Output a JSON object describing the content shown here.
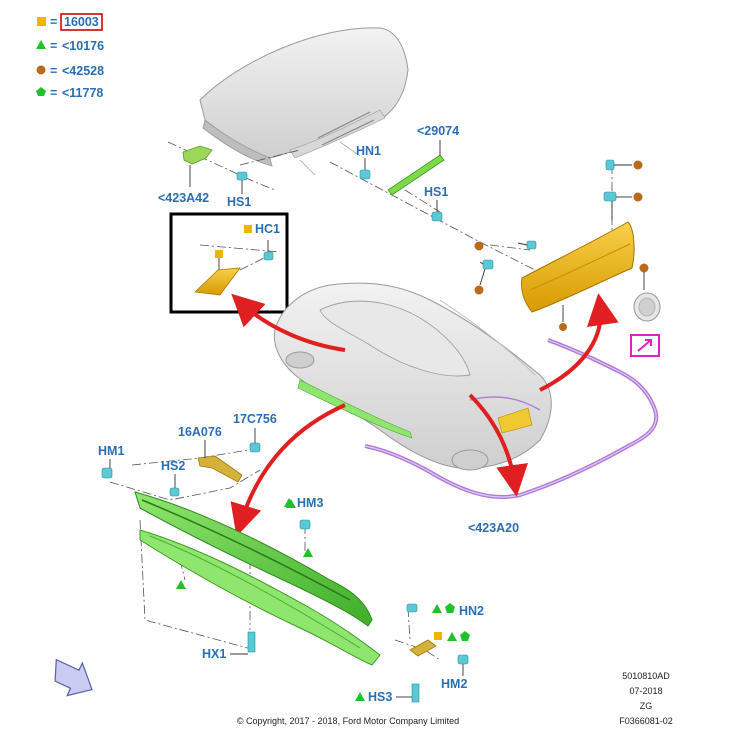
{
  "legend": {
    "items": [
      {
        "shape": "square",
        "color": "#f0b400",
        "eq": "=",
        "text": "16003",
        "boxed": true,
        "box_color": "#d40000"
      },
      {
        "shape": "triangle",
        "color": "#22c02a",
        "eq": "=",
        "text": "<10176"
      },
      {
        "shape": "circle",
        "color": "#b86a1e",
        "eq": "=",
        "text": "<42528"
      },
      {
        "shape": "pentagon",
        "color": "#22c02a",
        "eq": "=",
        "text": "<11778"
      }
    ]
  },
  "labels": {
    "p423A42": "<423A42",
    "hs1_left": "HS1",
    "hn1": "HN1",
    "p29074": "<29074",
    "hs1_right": "HS1",
    "hc1": "HC1",
    "p423A20": "<423A20",
    "p16A076": "16A076",
    "p17C756": "17C756",
    "hm1": "HM1",
    "hs2": "HS2",
    "hm3": "HM3",
    "hx1": "HX1",
    "hn2": "HN2",
    "hm2": "HM2",
    "hs3": "HS3"
  },
  "colors": {
    "label_blue": "#2a6fb5",
    "callout_red": "#e02020",
    "highlight_magenta": "#e020c0",
    "part_yellow": "#f0b400",
    "part_green": "#66d24a",
    "part_purple": "#b07ad8",
    "clip_cyan": "#5bc8d6"
  },
  "icons": {
    "nav_arrow": "back-arrow-icon",
    "magenta_box": "pointer-arrow-icon"
  },
  "meta": {
    "code": "5010810AD",
    "date": "07-2018",
    "region": "ZG",
    "figure": "F0366081-02"
  },
  "copyright": "© Copyright, 2017 - 2018, Ford Motor Company Limited"
}
